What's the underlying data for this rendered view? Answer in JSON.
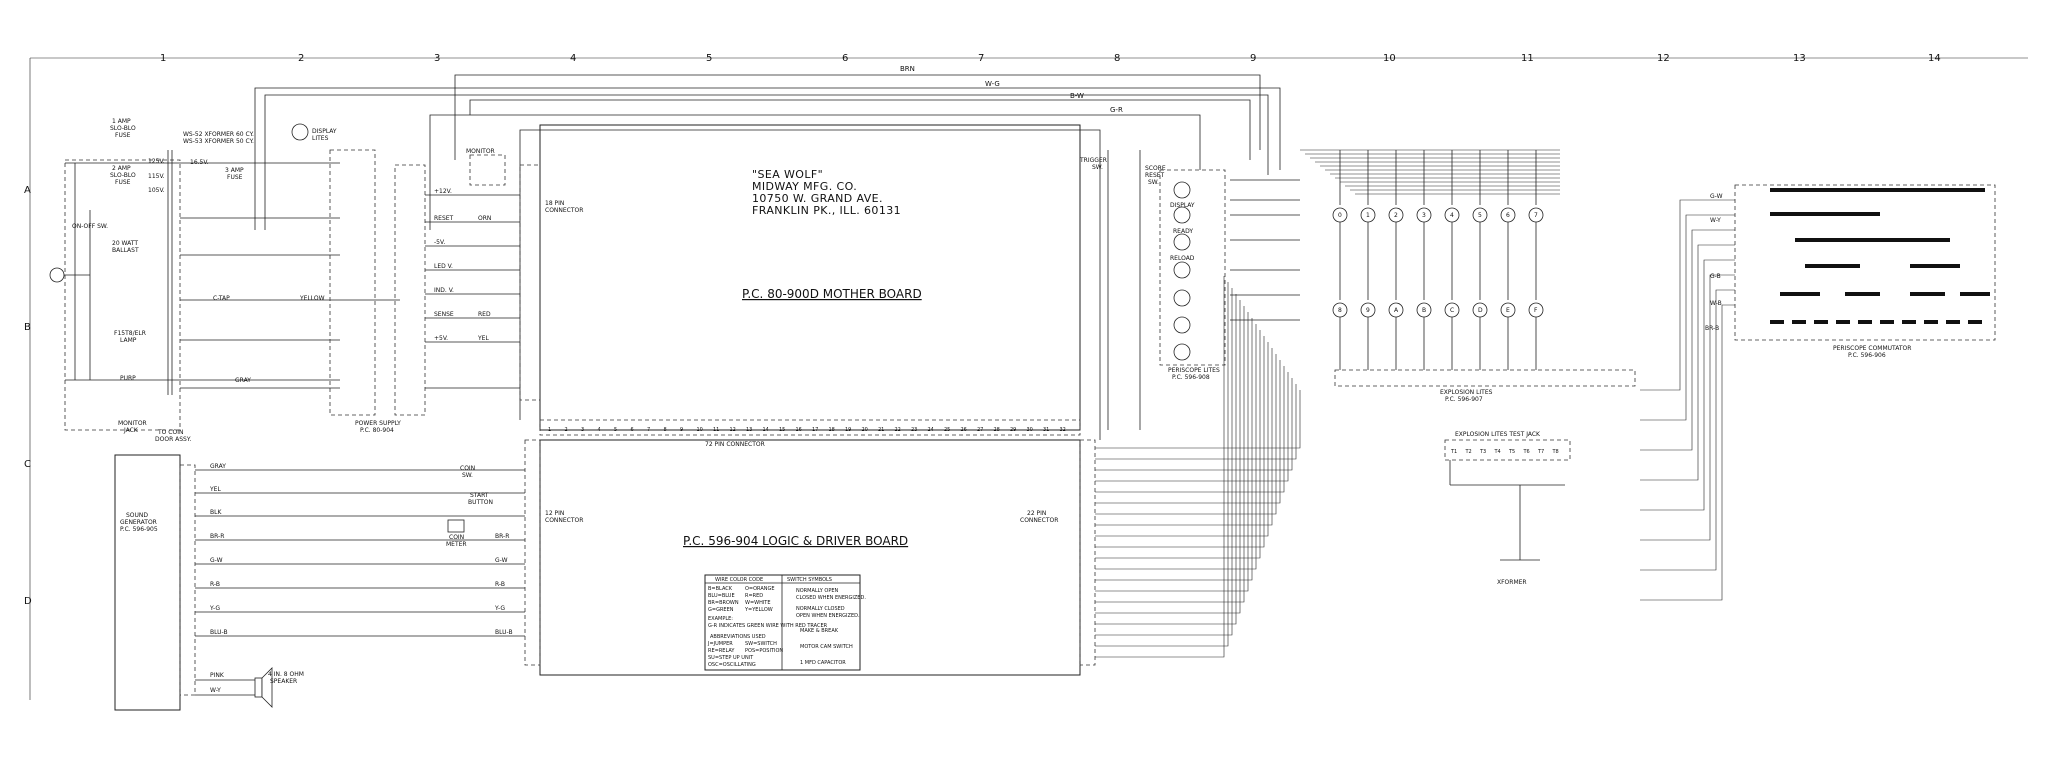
{
  "title_block": {
    "name": "\"SEA WOLF\"",
    "company": "MIDWAY MFG. CO.",
    "address": "10750 W. GRAND AVE.",
    "city": "FRANKLIN PK., ILL. 60131"
  },
  "grid": {
    "columns": [
      "1",
      "2",
      "3",
      "4",
      "5",
      "6",
      "7",
      "8",
      "9",
      "10",
      "11",
      "12",
      "13",
      "14"
    ],
    "rows": [
      "A",
      "B",
      "C",
      "D"
    ]
  },
  "boards": {
    "mother": "P.C. 80-900D MOTHER BOARD",
    "logic": "P.C. 596-904 LOGIC & DRIVER BOARD",
    "power_supply": "POWER SUPPLY",
    "power_supply_pc": "P.C. 80-904",
    "sound_gen": "SOUND",
    "sound_gen2": "GENERATOR",
    "sound_gen_pc": "P.C. 596-905",
    "periscope_lites": "PERISCOPE LITES",
    "periscope_lites_pc": "P.C. 596-908",
    "explosion_lites": "EXPLOSION LITES",
    "explosion_lites_pc": "P.C. 596-907",
    "periscope_commutator": "PERISCOPE COMMUTATOR",
    "periscope_commutator_pc": "P.C. 596-906",
    "explosion_test_jack": "EXPLOSION LITES TEST JACK"
  },
  "connectors": {
    "pin18": "18 PIN",
    "pin12": "12 PIN",
    "pin22": "22 PIN",
    "pin72": "72 PIN CONNECTOR",
    "word": "CONNECTOR"
  },
  "labels": {
    "display_lites": "DISPLAY",
    "display_lites2": "LITES",
    "on_off": "ON-OFF SW.",
    "monitor_jack": "MONITOR",
    "monitor_jack2": "JACK",
    "coin_door": "TO COIN",
    "coin_door2": "DOOR ASSY.",
    "trigger_sw": "TRIGGER",
    "trigger_sw2": "SW.",
    "score_reset": "SCORE",
    "score_reset2": "RESET",
    "score_reset3": "SW.",
    "start_button": "START",
    "start_button2": "BUTTON",
    "coin_sw": "COIN",
    "coin_sw2": "SW.",
    "coin_meter": "COIN",
    "coin_meter2": "METER",
    "speaker": "4 IN. 8 OHM",
    "speaker2": "SPEAKER",
    "xformer": "XFORMER",
    "fuse1": "1 AMP",
    "fuse1b": "SLO-BLO",
    "fuse1c": "FUSE",
    "fuse2": "2 AMP",
    "fuse2b": "SLO-BLO",
    "fuse2c": "FUSE",
    "fuse3": "3 AMP",
    "fuse3b": "FUSE",
    "ballast": "20 WATT",
    "ballast2": "BALLAST",
    "fluor": "F15T8/ELR",
    "fluor2": "LAMP",
    "xformer_note": "WS-52 XFORMER 60 CY.",
    "xformer_note2": "WS-53 XFORMER 50 CY.",
    "monitor": "MONITOR",
    "display": "DISPLAY",
    "ready": "READY",
    "reload": "RELOAD",
    "c_tap": "C-TAP",
    "yellow": "YELLOW",
    "purp": "PURP",
    "gray": "GRAY",
    "v16": "16.5V.",
    "v105": "105V.",
    "v115": "115V.",
    "v125": "125V."
  },
  "bus": {
    "brn": "BRN",
    "wg": "W-G",
    "bw": "B-W",
    "gr": "G-R",
    "gy": "GRAY",
    "yel": "YEL",
    "blk": "BLK",
    "br": "BR-R",
    "gw": "G-W",
    "rb": "R-B",
    "yg": "Y-G",
    "blub": "BLU-B",
    "pink": "PINK",
    "wy": "W-Y",
    "gb": "G-B",
    "wb": "W-B",
    "bs": "BR-B",
    "red": "RED",
    "orn": "ORN",
    "wg2": "W-G"
  },
  "ps_signals": [
    "+12V.",
    "RESET",
    "-5V.",
    "LED V.",
    "IND. V.",
    "SENSE",
    "+5V."
  ],
  "wire_color_code": {
    "heading": "WIRE COLOR CODE",
    "rows": [
      "B=BLACK",
      "BLU=BLUE",
      "BR=BROWN",
      "G=GREEN",
      "O=ORANGE",
      "R=RED",
      "W=WHITE",
      "Y=YELLOW"
    ],
    "example_head": "EXAMPLE:",
    "example": "G-R INDICATES GREEN WIRE WITH RED TRACER",
    "abbr_head": "ABBREVIATIONS USED",
    "abbr": [
      "J=JUMPER",
      "SW=SWITCH",
      "RE=RELAY",
      "POS=POSITION",
      "SU=STEP UP UNIT",
      "OSC=OSCILLATING"
    ]
  },
  "switch_symbols": {
    "heading": "SWITCH SYMBOLS",
    "items": [
      "NORMALLY OPEN",
      "CLOSED WHEN ENERGIZED.",
      "NORMALLY CLOSED",
      "OPEN WHEN ENERGIZED.",
      "MAKE & BREAK",
      "MOTOR CAM SWITCH",
      "1 MFD CAPACITOR"
    ]
  },
  "explosion_top": [
    "0",
    "1",
    "2",
    "3",
    "4",
    "5",
    "6",
    "7"
  ],
  "explosion_bot": [
    "8",
    "9",
    "A",
    "B",
    "C",
    "D",
    "E",
    "F"
  ],
  "test_jack_pins": [
    "T1",
    "T2",
    "T3",
    "T4",
    "T5",
    "T6",
    "T7",
    "T8"
  ],
  "pin72": [
    "1",
    "2",
    "3",
    "4",
    "5",
    "6",
    "7",
    "8",
    "9",
    "10",
    "11",
    "12",
    "13",
    "14",
    "15",
    "16",
    "17",
    "18",
    "19",
    "20",
    "21",
    "22",
    "23",
    "24",
    "25",
    "26",
    "27",
    "28",
    "29",
    "30",
    "31",
    "32"
  ]
}
